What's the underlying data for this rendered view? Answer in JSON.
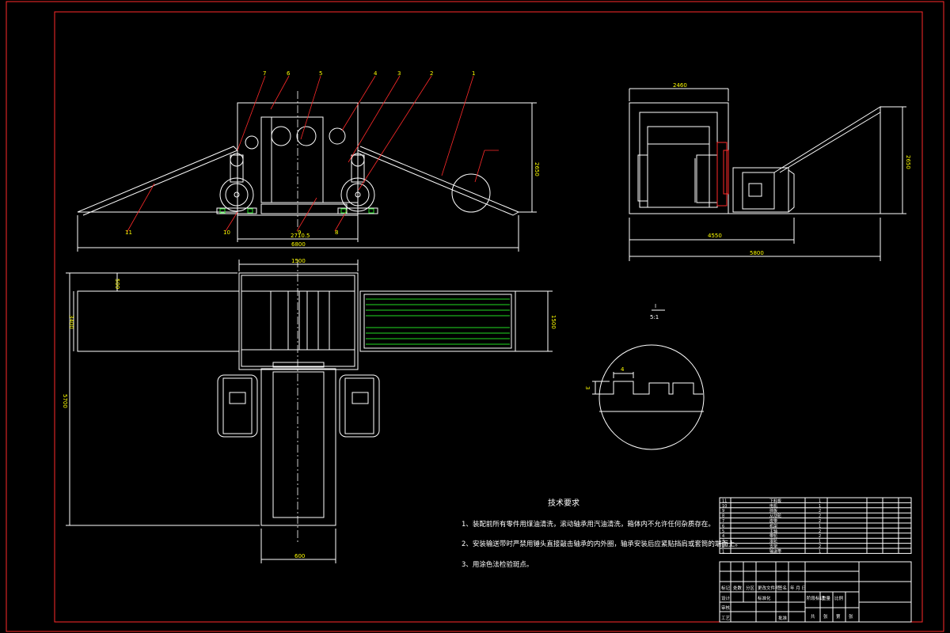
{
  "colors": {
    "background": "#000000",
    "frame": "#ff2a2a",
    "geometry": "#ffffff",
    "hatch": "#22dd22",
    "text": "#ffffff",
    "small_text": "#ffff00"
  },
  "front_view": {
    "balloons": [
      "7",
      "6",
      "5",
      "4",
      "3",
      "2",
      "1",
      "11",
      "10",
      "9",
      "8"
    ],
    "dims": {
      "height": "2650",
      "inner": "2710.5",
      "overall": "6800"
    }
  },
  "side_view": {
    "dims": {
      "top": "2460",
      "height": "2650",
      "inner": "4550",
      "overall": "5800"
    }
  },
  "plan_view": {
    "dims": {
      "top": "1500",
      "left_offset": "500",
      "left_height": "3400",
      "right_height": "1500",
      "total_height": "5700",
      "bottom": "600"
    }
  },
  "detail_view": {
    "label": "I",
    "scale": "5:1",
    "dims": {
      "width": "4",
      "depth": "3"
    }
  },
  "tech_requirements": {
    "title": "技术要求",
    "items": [
      "1、装配前所有零件用煤油清洗，滚动轴承用汽油清洗，箱体内不允许任何杂质存在。",
      "2、安装输送带时严禁用锤头直接敲击轴承的内外圈，轴承安装后应紧贴挡肩或套筒的端面上。",
      "3、用涂色法检验斑点。"
    ]
  },
  "parts_list": [
    {
      "no": "11",
      "name": "下料板",
      "qty": "1"
    },
    {
      "no": "10",
      "name": "电机",
      "qty": "1"
    },
    {
      "no": "9",
      "name": "挡板",
      "qty": "2"
    },
    {
      "no": "8",
      "name": "从动轮",
      "qty": "2"
    },
    {
      "no": "7",
      "name": "皮带",
      "qty": "2"
    },
    {
      "no": "6",
      "name": "机架",
      "qty": "1"
    },
    {
      "no": "5",
      "name": "主轴",
      "qty": "2"
    },
    {
      "no": "4",
      "name": "带轮",
      "qty": "2"
    },
    {
      "no": "3",
      "name": "滚轮",
      "qty": "1"
    },
    {
      "no": "2",
      "name": "支架",
      "qty": "2"
    },
    {
      "no": "1",
      "name": "输送带",
      "qty": "1"
    }
  ],
  "title_block": {
    "row1": [
      "标记",
      "处数",
      "分区",
      "更改文件号",
      "签名",
      "年 月 日"
    ],
    "row2": [
      "设计",
      "",
      "标准化",
      "",
      "阶段标记",
      "重量",
      "比例"
    ],
    "row3": [
      "审核"
    ],
    "row4": [
      "工艺",
      "",
      "批准"
    ],
    "sheet": [
      "共",
      "张",
      "第",
      "张"
    ]
  }
}
